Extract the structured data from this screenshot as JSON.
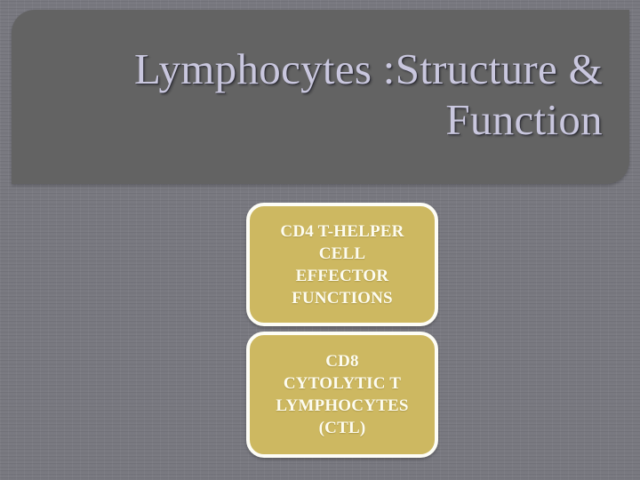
{
  "slide": {
    "title": "Lymphocytes :Structure &\nFunction",
    "background_color": "#787880",
    "title_banner_color": "#636363",
    "title_text_color": "#c9c7de",
    "accent_color": "#cdb861",
    "box_border_color": "#fdfdf6",
    "box_text_color": "#fdfcf0"
  },
  "boxes": [
    {
      "id": "cd4",
      "label": "CD4 T-HELPER\nCELL\nEFFECTOR\nFUNCTIONS"
    },
    {
      "id": "cd8",
      "label": "CD8\nCYTOLYTIC T\nLYMPHOCYTES\n(CTL)"
    }
  ]
}
